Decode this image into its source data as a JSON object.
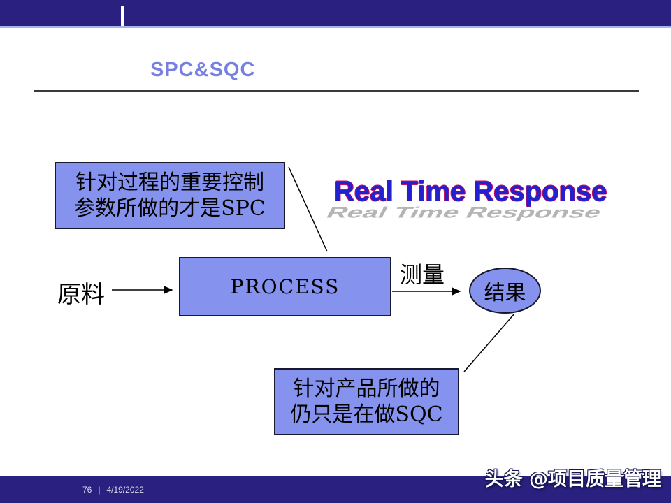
{
  "title": "SPC&SQC",
  "wordart": {
    "text": "Real Time Response"
  },
  "diagram": {
    "spc_note": {
      "line1": "针对过程的重要控制",
      "line2": "参数所做的才是SPC"
    },
    "input_label": "原料",
    "process_label": "PROCESS",
    "measure_label": "测量",
    "result_label": "结果",
    "sqc_note": {
      "line1": "针对产品所做的",
      "line2": "仍只是在做SQC"
    }
  },
  "footer": {
    "page_number": "76",
    "separator": "|",
    "date": "4/19/2022"
  },
  "watermark": "头条 @项目质量管理",
  "colors": {
    "header_navy": "#2A2080",
    "header_border": "#A9B3EA",
    "shape_fill": "#8593EE",
    "shape_border": "#18182E",
    "title_blue": "#7680E2",
    "wordart_blue": "#2121CE",
    "wordart_outline_red": "#C41062",
    "wordart_shadow_gray": "#B4B4B4"
  }
}
